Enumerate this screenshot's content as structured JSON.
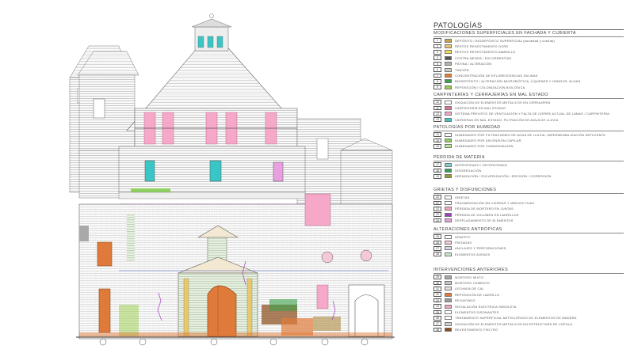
{
  "legend": {
    "title": "PATOLOGÍAS",
    "sections": [
      {
        "heading": "MODIFICACIONES SUPERFICIALES EN FACHADA Y CUBIERTA",
        "items": [
          {
            "num": "1",
            "label": "DEPÓSITO / BIODEPÓSITO SUPERFICIAL (suciedad y costras)",
            "color": "#c8a24a"
          },
          {
            "num": "2",
            "label": "RESTOS REVESTIMIENTO OCRE",
            "color": "#e8c86a"
          },
          {
            "num": "3",
            "label": "RESTOS REVESTIMIENTO AMARILLO",
            "color": "#f0e050"
          },
          {
            "num": "4",
            "label": "COSTRA NEGRA / ESCORRENTÍAS",
            "color": "#555555"
          },
          {
            "num": "5",
            "label": "PÁTINA / ALTERACIÓN",
            "color": "#b9b4a6"
          },
          {
            "num": "6",
            "label": "TINCIÓN",
            "color": "#d2cfc6"
          },
          {
            "num": "7",
            "label": "CONCENTRACIÓN DE EFLORESCENCIAS SALINAS",
            "color": "#e87a2a"
          },
          {
            "num": "8",
            "label": "BIODEPÓSITO / ALTERACIÓN MICROBIÓTICA, LÍQUENES Y HONGOS, ALGAS",
            "color": "#3aa04a"
          },
          {
            "num": "9",
            "label": "REPOSICIÓN / COLONIZACIÓN BIOLÓGICA",
            "color": "#9acd4a"
          }
        ]
      },
      {
        "heading": "CARPINTERÍAS Y CERRAJERÍAS EN MAL ESTADO",
        "items": [
          {
            "num": "10",
            "label": "OXIDACIÓN DE ELEMENTOS METÁLICOS EN CERRAJERÍA",
            "color": "#ffffff"
          },
          {
            "num": "11",
            "label": "CARPINTERÍA EN MAL ESTADO",
            "color": "#e070a0"
          },
          {
            "num": "12",
            "label": "SISTEMA PREVISTO DE VENTILACIÓN Y FALTA DE CIERRE ACTUAL DE LAMAS / CARPINTERÍA",
            "color": "#f5a8c8"
          },
          {
            "num": "13",
            "label": "VIDRIERAS EN MAL ESTADO, FILTRACIÓN DE AGUA DE LLUVIA",
            "color": "#39c6c6"
          }
        ]
      },
      {
        "heading": "PATOLOGÍAS POR HUMEDAD",
        "items": [
          {
            "num": "14",
            "label": "HUMEDADES POR FILTRACIONES DE AGUA DE LLUVIA, IMPERMEABILIZACIÓN DEFICIENTE",
            "color": "#ffffff"
          },
          {
            "num": "15",
            "label": "HUMEDADES POR ASCENSIÓN CAPILAR",
            "color": "#8fd060"
          },
          {
            "num": "16",
            "label": "HUMEDADES POR CONDENSACIÓN",
            "color": "#b8e890"
          }
        ]
      },
      {
        "heading": "PÉRDIDA DE MATERIA",
        "items": [
          {
            "num": "17",
            "label": "ANTROPIZADO / DETERIORADO",
            "color": "#7fd0d0"
          },
          {
            "num": "18",
            "label": "DISGREGACIÓN",
            "color": "#2fa05a"
          },
          {
            "num": "19",
            "label": "ARENIZACIÓN / PULVERIZACIÓN / EROSIÓN / CORROSIÓN",
            "color": "#9a9a2a"
          }
        ]
      },
      {
        "heading": "GRIETAS Y DISFUNCIONES",
        "items": [
          {
            "num": "20",
            "label": "GRIETAS",
            "color": "#ffffff"
          },
          {
            "num": "21",
            "label": "FRAGMENTACIÓN EN CIERRAS Y MEDIOS FIJAS",
            "color": "#ffffff"
          },
          {
            "num": "22",
            "label": "PÉRDIDA DE MORTERO EN JUNTAS",
            "color": "#f6a8c0"
          },
          {
            "num": "23",
            "label": "PÉRDIDA DE VOLUMEN EN LADRILLOS",
            "color": "#a040c0"
          },
          {
            "num": "24",
            "label": "DESPLAZAMIENTO DE ELEMENTOS",
            "color": "#e8a0e0"
          }
        ]
      },
      {
        "heading": "ALTERACIONES ANTRÓPICAS",
        "items": [
          {
            "num": "25",
            "label": "GRAFFITI",
            "color": "#ffffff"
          },
          {
            "num": "26",
            "label": "PINTADAS",
            "color": "#f5c8d8"
          },
          {
            "num": "27",
            "label": "ANCLAJES Y PERFORACIONES",
            "color": "#d8d8f0"
          },
          {
            "num": "28",
            "label": "ELEMENTOS AJENOS",
            "color": "#c8e8c8"
          }
        ]
      },
      {
        "heading": "INTERVENCIONES ANTERIORES",
        "items": [
          {
            "num": "29",
            "label": "MORTERO MIXTO",
            "color": "#a9a9a9"
          },
          {
            "num": "30",
            "label": "MORTERO CEMENTO",
            "color": "#c8c8c8"
          },
          {
            "num": "31",
            "label": "LECHADA DE CAL",
            "color": "#e2e2e2"
          },
          {
            "num": "32",
            "label": "REPOSICIÓN DE LADRILLO",
            "color": "#e07a3a"
          },
          {
            "num": "33",
            "label": "REJUNTADO",
            "color": "#9a9a9a"
          },
          {
            "num": "34",
            "label": "INSTALACIÓN ELÉCTRICA OBSOLETA",
            "color": "#f0a8c8"
          },
          {
            "num": "35",
            "label": "ELEMENTOS DISONANTES",
            "color": "#ffffff"
          },
          {
            "num": "36",
            "label": "TRATAMIENTO SUPERFICIAL ANTIXILÓFAGO DE ELEMENTOS DE MADERA",
            "color": "#ffffff"
          },
          {
            "num": "37",
            "label": "OXIDACIÓN DE ELEMENTOS METÁLICOS EN ESTRUCTURA DE CÚPULA",
            "color": "#d0d0d0"
          },
          {
            "num": "38",
            "label": "REVESTIMIENTO FIELTRO",
            "color": "#8a4a1a"
          }
        ]
      }
    ]
  }
}
